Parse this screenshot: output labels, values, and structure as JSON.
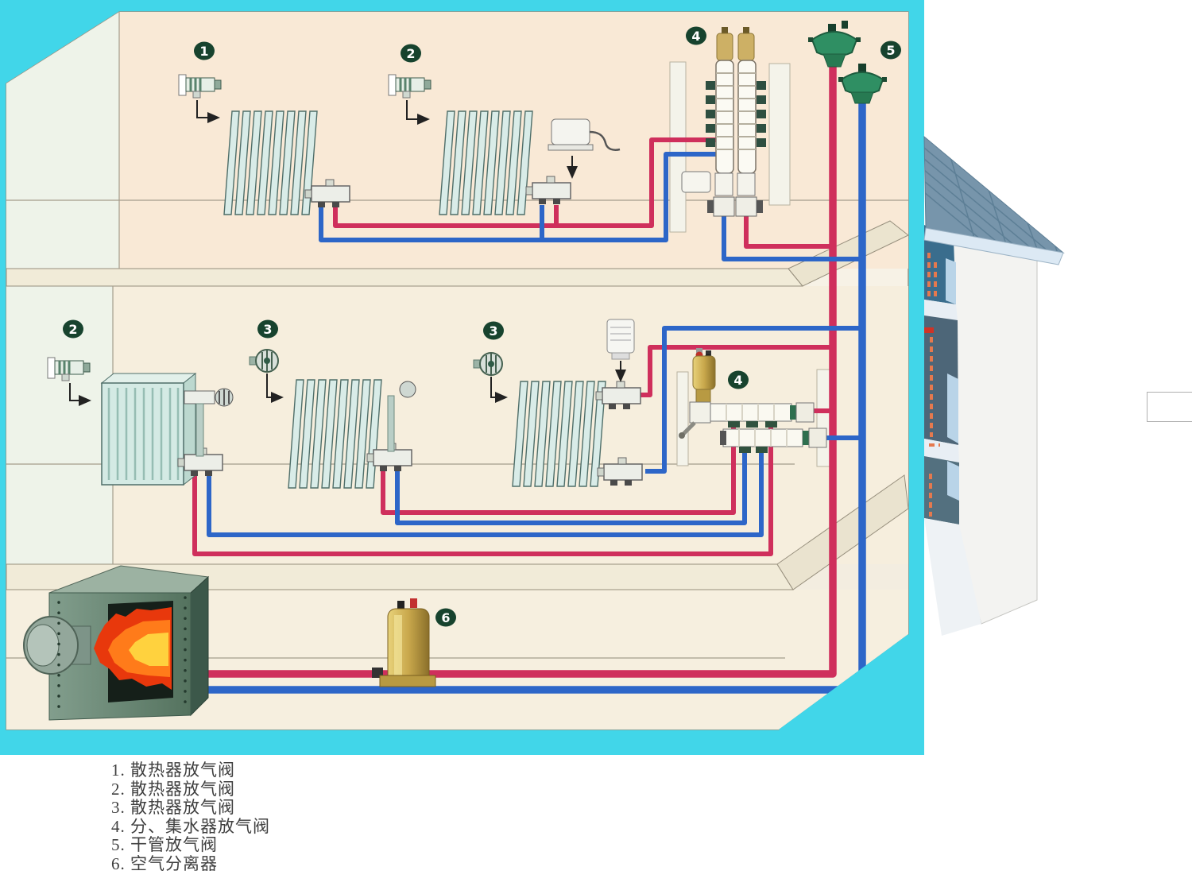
{
  "slide": {
    "background_color": "#41d6e9",
    "page_color": "#ffffff"
  },
  "colors": {
    "slide-bg": "#41d6e9",
    "pipe-supply": "#cf2f5c",
    "pipe-return": "#2d66c8",
    "marker-bg": "#17432e",
    "marker-text": "#ffffff",
    "wall-cream": "#f9e9d6",
    "legend-text": "#3f3f3f"
  },
  "markers": [
    {
      "label": "1"
    },
    {
      "label": "2"
    },
    {
      "label": "4"
    },
    {
      "label": "5"
    },
    {
      "label": "2"
    },
    {
      "label": "3"
    },
    {
      "label": "3"
    },
    {
      "label": "4"
    },
    {
      "label": "6"
    }
  ],
  "legend": {
    "items": [
      "1. 散热器放气阀",
      "2. 散热器放气阀",
      "3. 散热器放气阀",
      "4. 分、集水器放气阀",
      "5. 干管放气阀",
      "6. 空气分离器"
    ]
  }
}
